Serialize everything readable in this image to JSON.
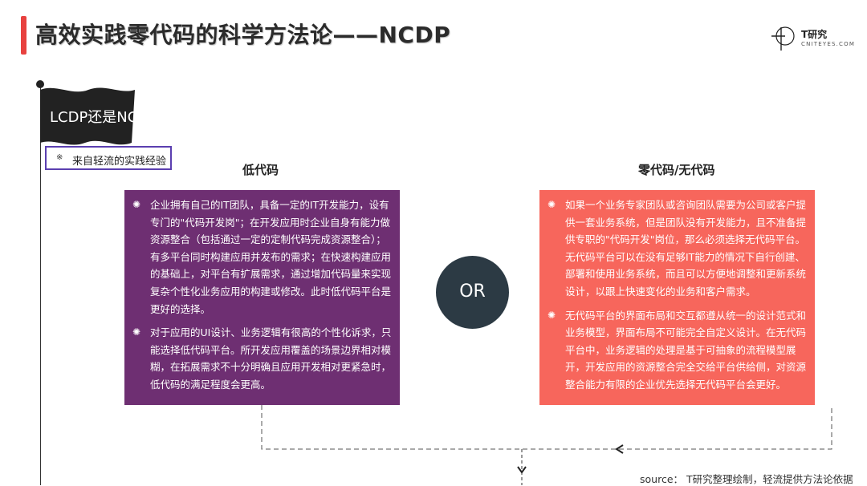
{
  "header": {
    "title": "高效实践零代码的科学方法论——NCDP",
    "logo_cn": "T研究",
    "logo_en": "CNITEYES.COM",
    "accent_color": "#e8423f"
  },
  "flag": {
    "text": "LCDP还是NCDP？",
    "color": "#222222"
  },
  "tag": {
    "marker": "※",
    "text": "来自轻流的实践经验",
    "border_color": "#5b3fb0"
  },
  "left": {
    "heading": "低代码",
    "color": "#6e2f72",
    "bullets": [
      {
        "mark": "✺",
        "text": "企业拥有自己的IT团队，具备一定的IT开发能力，设有专门的\"代码开发岗\"；在开发应用时企业自身有能力做资源整合（包括通过一定的定制代码完成资源整合）；有多平台同时构建应用并发布的需求；在快速构建应用的基础上，对平台有扩展需求，通过增加代码量来实现复杂个性化业务应用的构建或修改。此时低代码平台是更好的选择。"
      },
      {
        "mark": "✺",
        "text": "对于应用的UI设计、业务逻辑有很高的个性化诉求，只能选择低代码平台。所开发应用覆盖的场景边界相对模糊，在拓展需求不十分明确且应用开发相对更紧急时，低代码的满足程度会更高。"
      }
    ]
  },
  "center": {
    "or_label": "OR",
    "circle_color": "#2c3a44"
  },
  "right": {
    "heading": "零代码/无代码",
    "color": "#f7665c",
    "bullets": [
      {
        "mark": "✺",
        "text": "如果一个业务专家团队或咨询团队需要为公司或客户提供一套业务系统，但是团队没有开发能力，且不准备提供专职的\"代码开发\"岗位，那么必须选择无代码平台。无代码平台可以在没有足够IT能力的情况下自行创建、部署和使用业务系统，而且可以方便地调整和更新系统设计，以跟上快速变化的业务和客户需求。"
      },
      {
        "mark": "✺",
        "text": "无代码平台的界面布局和交互都遵从统一的设计范式和业务模型，界面布局不可能完全自定义设计。在无代码平台中，业务逻辑的处理是基于可抽象的流程模型展开，开发应用的资源整合完全交给平台供给侧，对资源整合能力有限的企业优先选择无代码平台会更好。"
      }
    ]
  },
  "footer": {
    "source": "source： T研究整理绘制，轻流提供方法论依据"
  }
}
